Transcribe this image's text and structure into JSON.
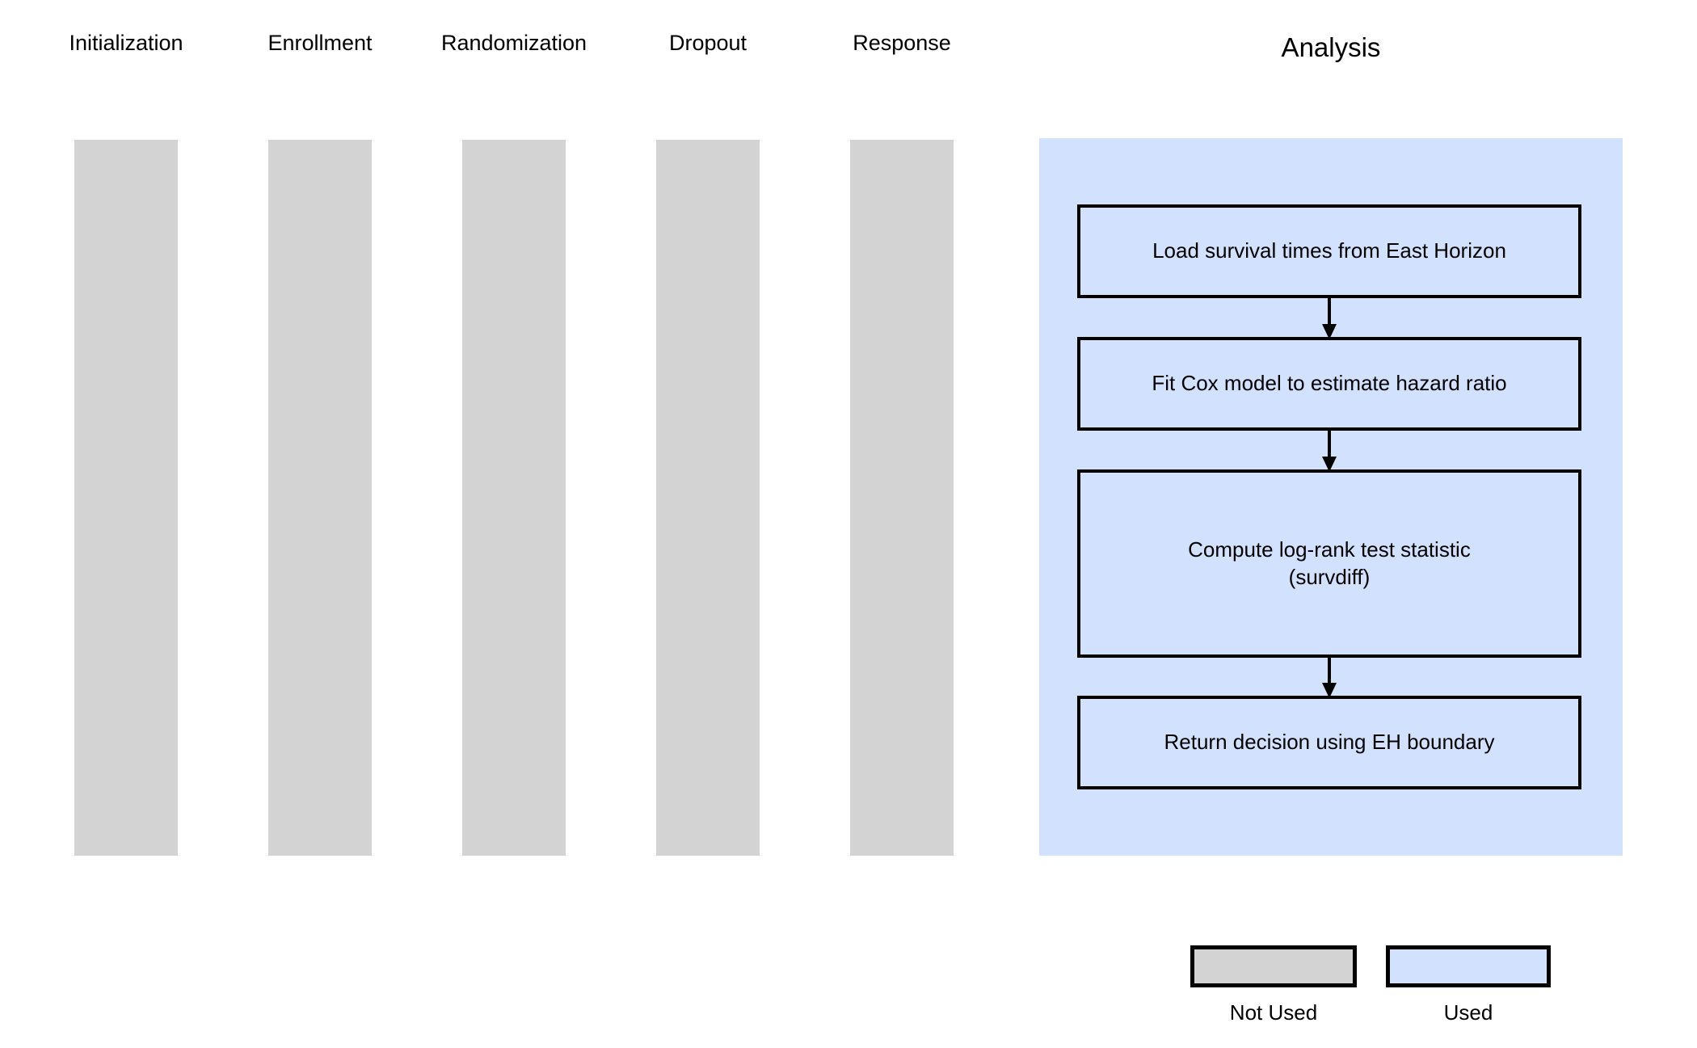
{
  "diagram": {
    "title": "Analysis",
    "background": "#ffffff",
    "colors": {
      "not_used_fill": "#d3d3d3",
      "used_fill": "#d2e1fd",
      "stroke": "#000000"
    },
    "stages": [
      {
        "label": "Initialization",
        "used": false
      },
      {
        "label": "Enrollment",
        "used": false
      },
      {
        "label": "Randomization",
        "used": false
      },
      {
        "label": "Dropout",
        "used": false
      },
      {
        "label": "Response",
        "used": false
      }
    ],
    "analysis": {
      "header": "Analysis",
      "used": true,
      "steps": [
        {
          "text": "Load survival times from East Horizon"
        },
        {
          "text": "Fit Cox model to estimate hazard ratio"
        },
        {
          "text": "Compute log-rank test statistic\n(survdiff)",
          "line1": "Compute log-rank test statistic",
          "line2": "(survdiff)"
        },
        {
          "text": "Return decision using EH boundary"
        }
      ],
      "connectors": [
        "down-arrow",
        "down-arrow",
        "down-arrow"
      ]
    },
    "legend": {
      "items": [
        {
          "label": "Not Used",
          "fill": "#d3d3d3"
        },
        {
          "label": "Used",
          "fill": "#d2e1fd"
        }
      ]
    }
  }
}
